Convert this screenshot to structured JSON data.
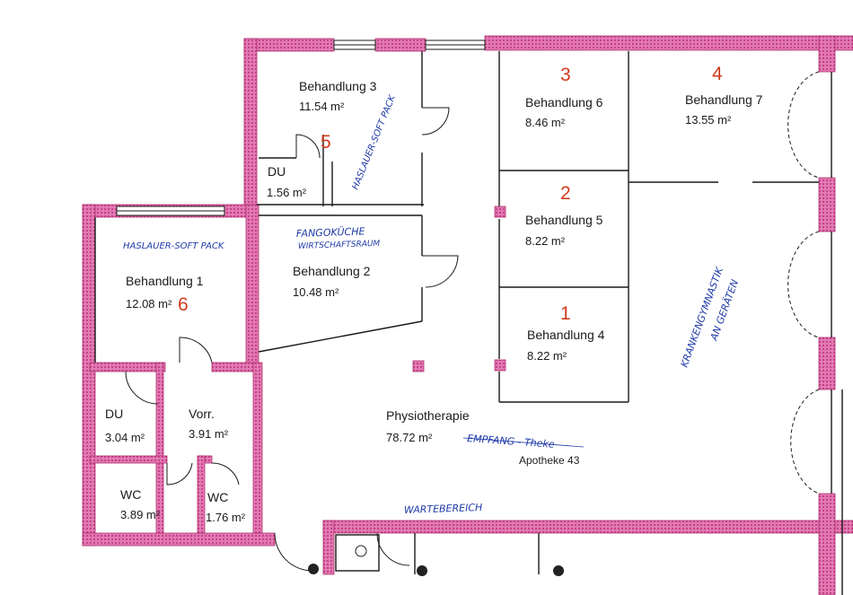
{
  "colors": {
    "wall": "#cf4b8f",
    "wall_fill": "#e07ab2",
    "line": "#1a1a1a",
    "room_number": "#d23a1c",
    "handwriting": "#1f3aa8"
  },
  "rooms": [
    {
      "id": "behandlung-3",
      "name": "Behandlung 3",
      "area": "11.54 m²"
    },
    {
      "id": "behandlung-6",
      "name": "Behandlung 6",
      "area": "8.46 m²"
    },
    {
      "id": "behandlung-7",
      "name": "Behandlung 7",
      "area": "13.55 m²"
    },
    {
      "id": "behandlung-5",
      "name": "Behandlung 5",
      "area": "8.22 m²"
    },
    {
      "id": "behandlung-4",
      "name": "Behandlung 4",
      "area": "8.22 m²"
    },
    {
      "id": "behandlung-1",
      "name": "Behandlung 1",
      "area": "12.08 m²"
    },
    {
      "id": "behandlung-2",
      "name": "Behandlung 2",
      "area": "10.48 m²"
    },
    {
      "id": "du-1",
      "name": "DU",
      "area": "1.56 m²"
    },
    {
      "id": "du-2",
      "name": "DU",
      "area": "3.04 m²"
    },
    {
      "id": "vorr",
      "name": "Vorr.",
      "area": "3.91 m²"
    },
    {
      "id": "wc-1",
      "name": "WC",
      "area": "3.89 m²"
    },
    {
      "id": "wc-2",
      "name": "WC",
      "area": "1.76 m²"
    },
    {
      "id": "physiotherapie",
      "name": "Physiotherapie",
      "area": "78.72 m²"
    }
  ],
  "room_numbers": [
    "3",
    "4",
    "2",
    "1",
    "5",
    "6"
  ],
  "handwritten": {
    "haslauer_soft_pack_top": "HASLAUER-SOFT PACK",
    "fangokueche": "FANGOKÜCHE",
    "wirtschaftsraum": "WIRTSCHAFTSRAUM",
    "haslauer_soft_pack_left": "HASLAUER-SOFT PACK",
    "krankengymnastik": "KRANKENGYMNASTIK",
    "an_geraeten": "AN GERÄTEN",
    "empfang": "EMPFANG - Theke",
    "wartebereich": "WARTEBEREICH"
  },
  "printed_note": "Apotheke 43"
}
